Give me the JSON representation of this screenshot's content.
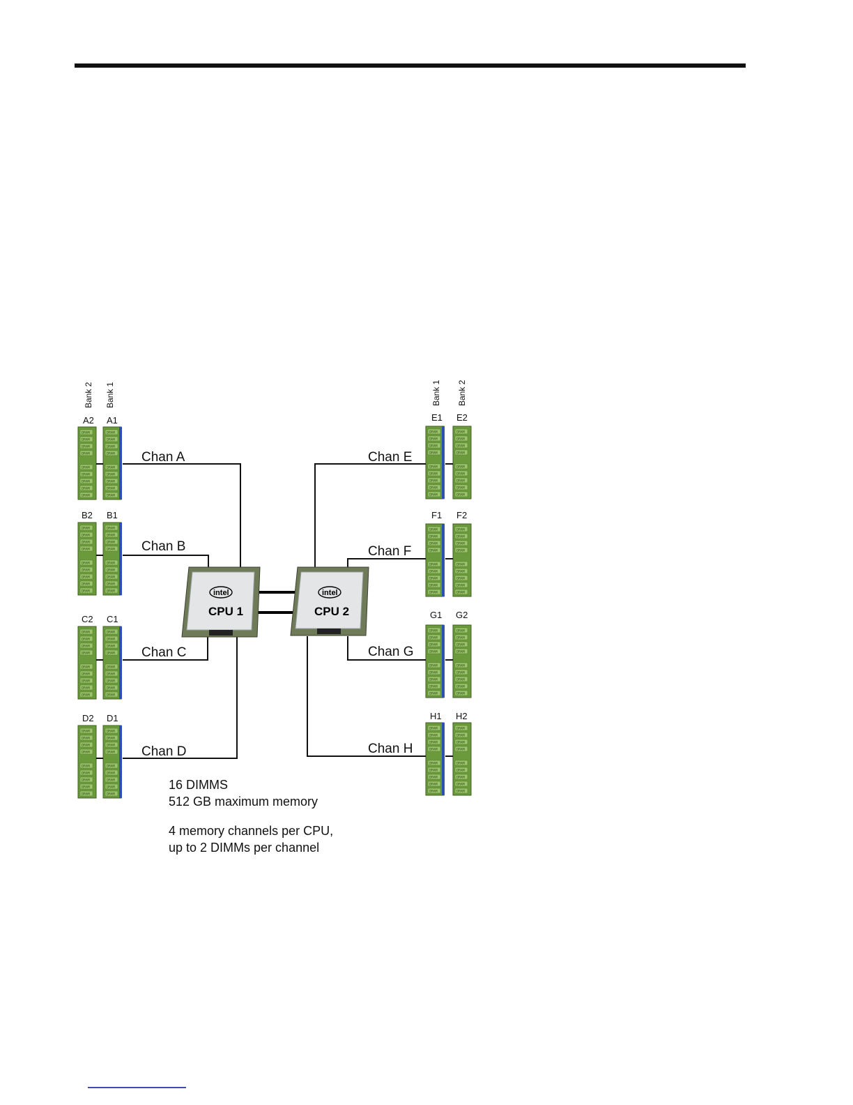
{
  "diagram": {
    "banks": {
      "left_bank2": "Bank 2",
      "left_bank1": "Bank 1",
      "right_bank1": "Bank 1",
      "right_bank2": "Bank 2"
    },
    "channels": [
      {
        "id": "A",
        "label": "Chan A",
        "slot1": "A1",
        "slot2": "A2",
        "cpu": "cpu1"
      },
      {
        "id": "B",
        "label": "Chan B",
        "slot1": "B1",
        "slot2": "B2",
        "cpu": "cpu1"
      },
      {
        "id": "C",
        "label": "Chan C",
        "slot1": "C1",
        "slot2": "C2",
        "cpu": "cpu1"
      },
      {
        "id": "D",
        "label": "Chan D",
        "slot1": "D1",
        "slot2": "D2",
        "cpu": "cpu1"
      },
      {
        "id": "E",
        "label": "Chan E",
        "slot1": "E1",
        "slot2": "E2",
        "cpu": "cpu2"
      },
      {
        "id": "F",
        "label": "Chan F",
        "slot1": "F1",
        "slot2": "F2",
        "cpu": "cpu2"
      },
      {
        "id": "G",
        "label": "Chan G",
        "slot1": "G1",
        "slot2": "G2",
        "cpu": "cpu2"
      },
      {
        "id": "H",
        "label": "Chan H",
        "slot1": "H1",
        "slot2": "H2",
        "cpu": "cpu2"
      }
    ],
    "cpu1": {
      "label": "CPU 1",
      "brand": "intel"
    },
    "cpu2": {
      "label": "CPU 2",
      "brand": "intel"
    },
    "dram_chip_label": "DRAM",
    "notes": {
      "line1": "16 DIMMS",
      "line2": "512 GB maximum memory",
      "line3": "4 memory channels per CPU,",
      "line4": "up to 2 DIMMs per channel"
    },
    "colors": {
      "dimm_green": "#6b9a3c",
      "dimm_chip": "#9cc36a",
      "slot_blue": "#2f4fb8",
      "cpu_frame": "#6f7b58"
    }
  }
}
